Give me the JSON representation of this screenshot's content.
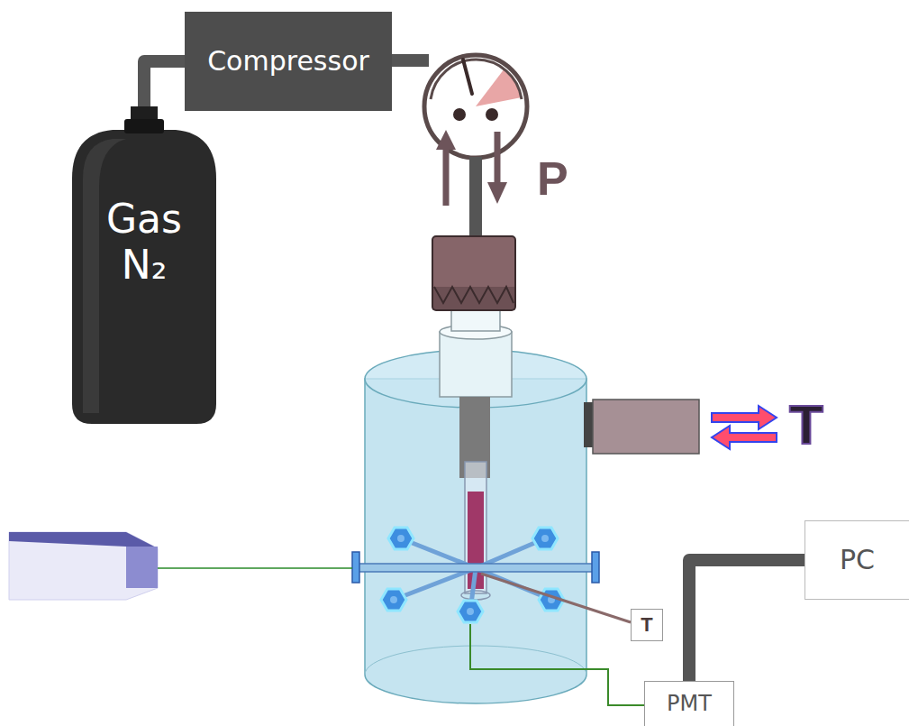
{
  "diagram": {
    "nodes": [
      {
        "text": [
          "Compressor"
        ]
      },
      {
        "text": [
          "Gas N₂"
        ]
      },
      {
        "text": [
          "PC"
        ]
      },
      {
        "text": [
          "T"
        ]
      },
      {
        "text": [
          "PMT"
        ]
      }
    ],
    "edges": [
      {
        "from": 1,
        "to": 0,
        "arrow": "none"
      },
      {
        "from": 4,
        "to": 2,
        "arrow": "none"
      }
    ],
    "labels": [
      "P",
      "T"
    ]
  }
}
